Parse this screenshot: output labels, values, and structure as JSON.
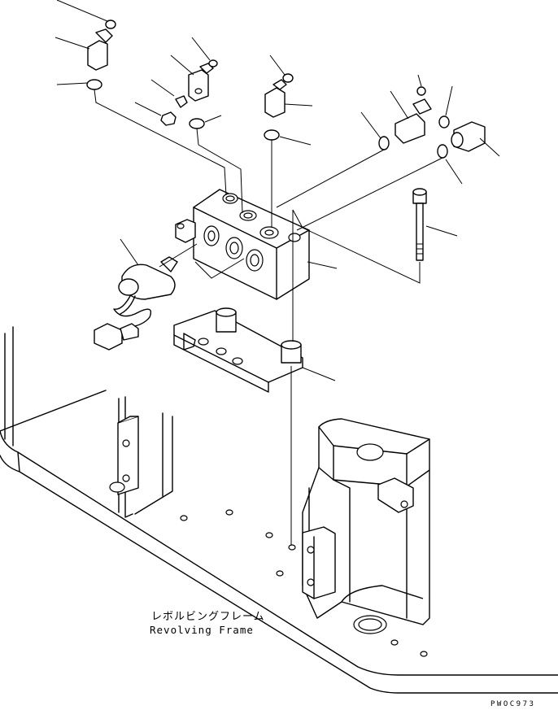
{
  "caption": {
    "jp": "レボルビングフレーム",
    "en": "Revolving Frame"
  },
  "drawing_code": "PWOC973"
}
